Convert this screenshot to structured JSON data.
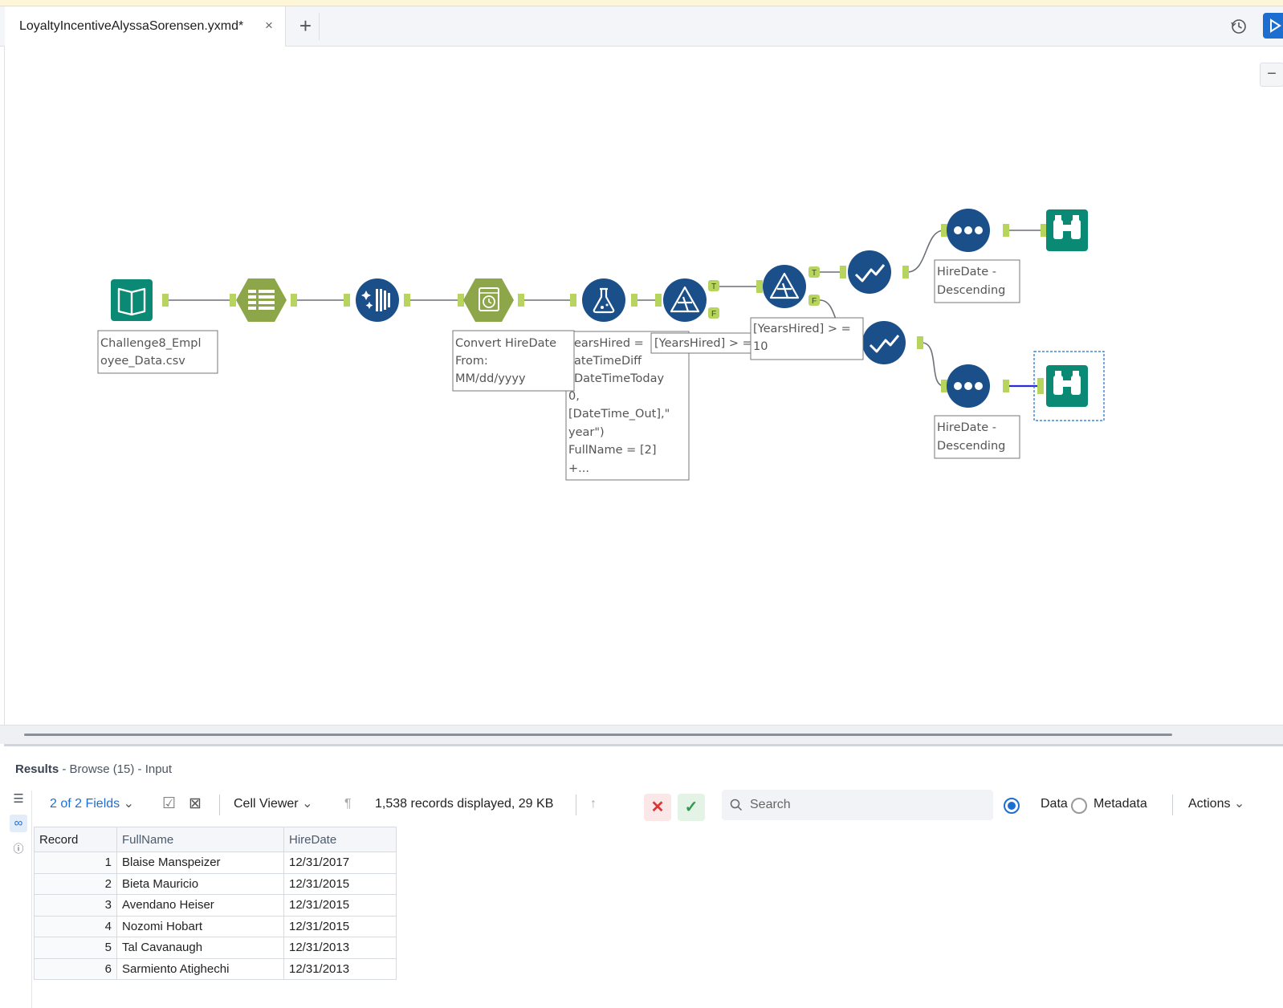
{
  "tab": {
    "title": "LoyaltyIncentiveAlyssaSorensen.yxmd*",
    "close": "×",
    "add": "+"
  },
  "zoom": {
    "minus": "−"
  },
  "workflow": {
    "input_label": [
      "Challenge8_Empl",
      "oyee_Data.csv"
    ],
    "datetime_label": [
      "Convert HireDate",
      "From:",
      "MM/dd/yyyy"
    ],
    "formula_label": [
      "earsHired =",
      "ateTimeDiff",
      "DateTimeToday",
      "0,",
      "[DateTime_Out],\"",
      "year\")",
      "FullName = [2]",
      "+..."
    ],
    "filter1_label": "[YearsHired] > =",
    "filter2_label": [
      "[YearsHired] > =",
      "10"
    ],
    "sort1_label": [
      "HireDate -",
      "Descending"
    ],
    "sort2_label": [
      "HireDate -",
      "Descending"
    ],
    "anchor_t": "T",
    "anchor_f": "F"
  },
  "results": {
    "title_bold": "Results",
    "title_rest": " - Browse (15) - Input",
    "fields": "2 of 2 Fields",
    "cell_viewer": "Cell Viewer",
    "records_info": "1,538 records displayed, 29 KB",
    "search_placeholder": "Search",
    "radio_data": "Data",
    "radio_metadata": "Metadata",
    "actions": "Actions",
    "columns": [
      "Record",
      "FullName",
      "HireDate"
    ],
    "rows": [
      {
        "record": "1",
        "fullname": "Blaise Manspeizer",
        "hiredate": "12/31/2017"
      },
      {
        "record": "2",
        "fullname": "Bieta Mauricio",
        "hiredate": "12/31/2015"
      },
      {
        "record": "3",
        "fullname": "Avendano Heiser",
        "hiredate": "12/31/2015"
      },
      {
        "record": "4",
        "fullname": "Nozomi Hobart",
        "hiredate": "12/31/2015"
      },
      {
        "record": "5",
        "fullname": "Tal Cavanaugh",
        "hiredate": "12/31/2013"
      },
      {
        "record": "6",
        "fullname": "Sarmiento Atighechi",
        "hiredate": "12/31/2013"
      }
    ]
  },
  "colors": {
    "tool_green": "#8ea64a",
    "tool_teal": "#0a8a74",
    "tool_blue": "#1a4f8a",
    "anchor": "#b7d55e",
    "accent_blue": "#1c6fd1"
  }
}
